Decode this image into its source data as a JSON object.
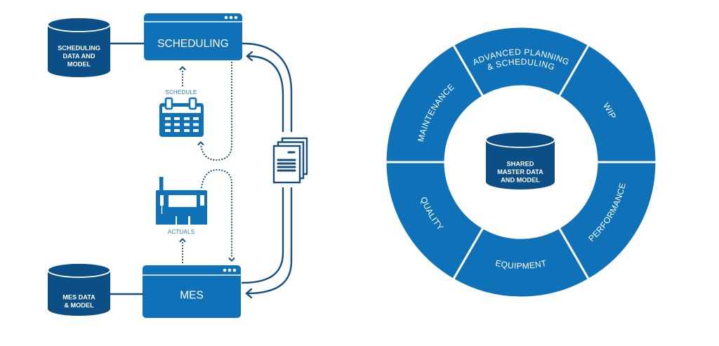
{
  "colors": {
    "primary": "#0f72b9",
    "dark": "#0b4f86",
    "line": "#164e7e",
    "background": "#ffffff"
  },
  "diagram_left": {
    "scheduling_db": {
      "line1": "SCHEDULING",
      "line2": "DATA AND",
      "line3": "MODEL"
    },
    "scheduling_app": {
      "title": "SCHEDULING"
    },
    "schedule_label": "SCHEDULE",
    "actuals_label": "ACTUALS",
    "mes_app": {
      "title": "MES"
    },
    "mes_db": {
      "line1": "MES DATA",
      "line2": "& MODEL"
    },
    "icons": {
      "calendar": "calendar-icon",
      "machine": "machine-icon",
      "documents": "documents-icon",
      "window_dots": "window-menu-dots-icon"
    }
  },
  "diagram_right": {
    "center_db": {
      "line1": "SHARED",
      "line2": "MASTER DATA",
      "line3": "AND MODEL"
    },
    "segments": [
      {
        "lines": [
          "ADVANCED PLANNING",
          "& SCHEDULING"
        ]
      },
      {
        "lines": [
          "WIP"
        ]
      },
      {
        "lines": [
          "PERFORMANCE"
        ]
      },
      {
        "lines": [
          "EQUIPMENT"
        ]
      },
      {
        "lines": [
          "QUALITY"
        ]
      },
      {
        "lines": [
          "MAINTENANCE"
        ]
      }
    ]
  }
}
